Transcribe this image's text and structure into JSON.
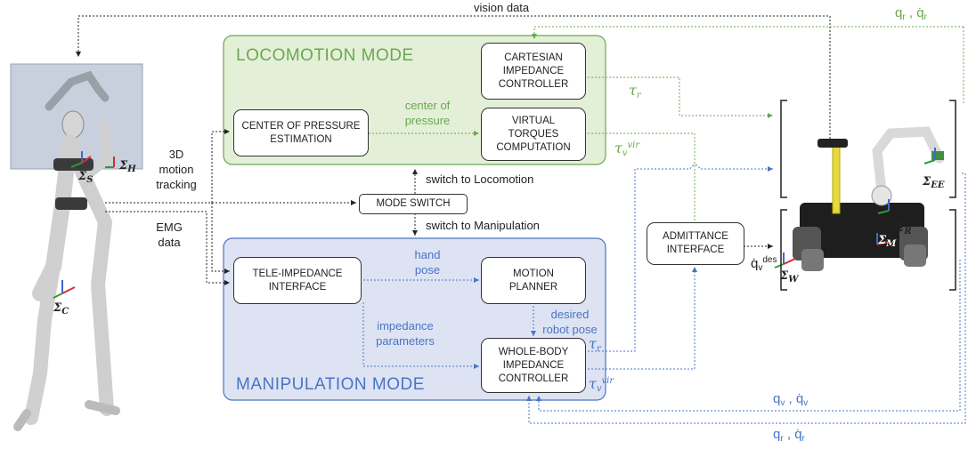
{
  "modes": {
    "locomotion": "LOCOMOTION MODE",
    "manipulation": "MANIPULATION MODE"
  },
  "blocks": {
    "cartesian": [
      "CARTESIAN",
      "IMPEDANCE",
      "CONTROLLER"
    ],
    "cop_estimation": [
      "CENTER OF PRESSURE",
      "ESTIMATION"
    ],
    "virtual_torques": [
      "VIRTUAL",
      "TORQUES",
      "COMPUTATION"
    ],
    "mode_switch": "MODE SWITCH",
    "tele_impedance": [
      "TELE-IMPEDANCE",
      "INTERFACE"
    ],
    "motion_planner": [
      "MOTION",
      "PLANNER"
    ],
    "whole_body": [
      "WHOLE-BODY",
      "IMPEDANCE",
      "CONTROLLER"
    ],
    "admittance": [
      "ADMITTANCE",
      "INTERFACE"
    ]
  },
  "labels": {
    "vision_data": "vision data",
    "motion_tracking": [
      "3D",
      "motion",
      "tracking"
    ],
    "emg": [
      "EMG",
      "data"
    ],
    "center_of_pressure": [
      "center of",
      "pressure"
    ],
    "switch_locomotion": "switch to Locomotion",
    "switch_manipulation": "switch to Manipulation",
    "hand_pose": [
      "hand",
      "pose"
    ],
    "impedance_parameters": [
      "impedance",
      "parameters"
    ],
    "desired_robot_pose": [
      "desired",
      "robot pose"
    ]
  },
  "symbols": {
    "tau": "τ",
    "r": "r",
    "v": "v",
    "vir": "vir",
    "des": "des",
    "q": "q",
    "qdot": "q̇",
    "sep": ",",
    "sigma_S": "S",
    "sigma_H": "H",
    "sigma_C": "C",
    "sigma_EE": "EE",
    "sigma_R": "R",
    "sigma_M": "M",
    "sigma_W": "W",
    "sigma": "Σ"
  },
  "colors": {
    "locomotion_fill": "#e4efd8",
    "locomotion_border": "#6aa84f",
    "manipulation_fill": "#dde3f3",
    "manipulation_border": "#4a74c4",
    "green_text": "#6aa84f",
    "blue_text": "#4a74c4",
    "black_line": "#222222"
  }
}
